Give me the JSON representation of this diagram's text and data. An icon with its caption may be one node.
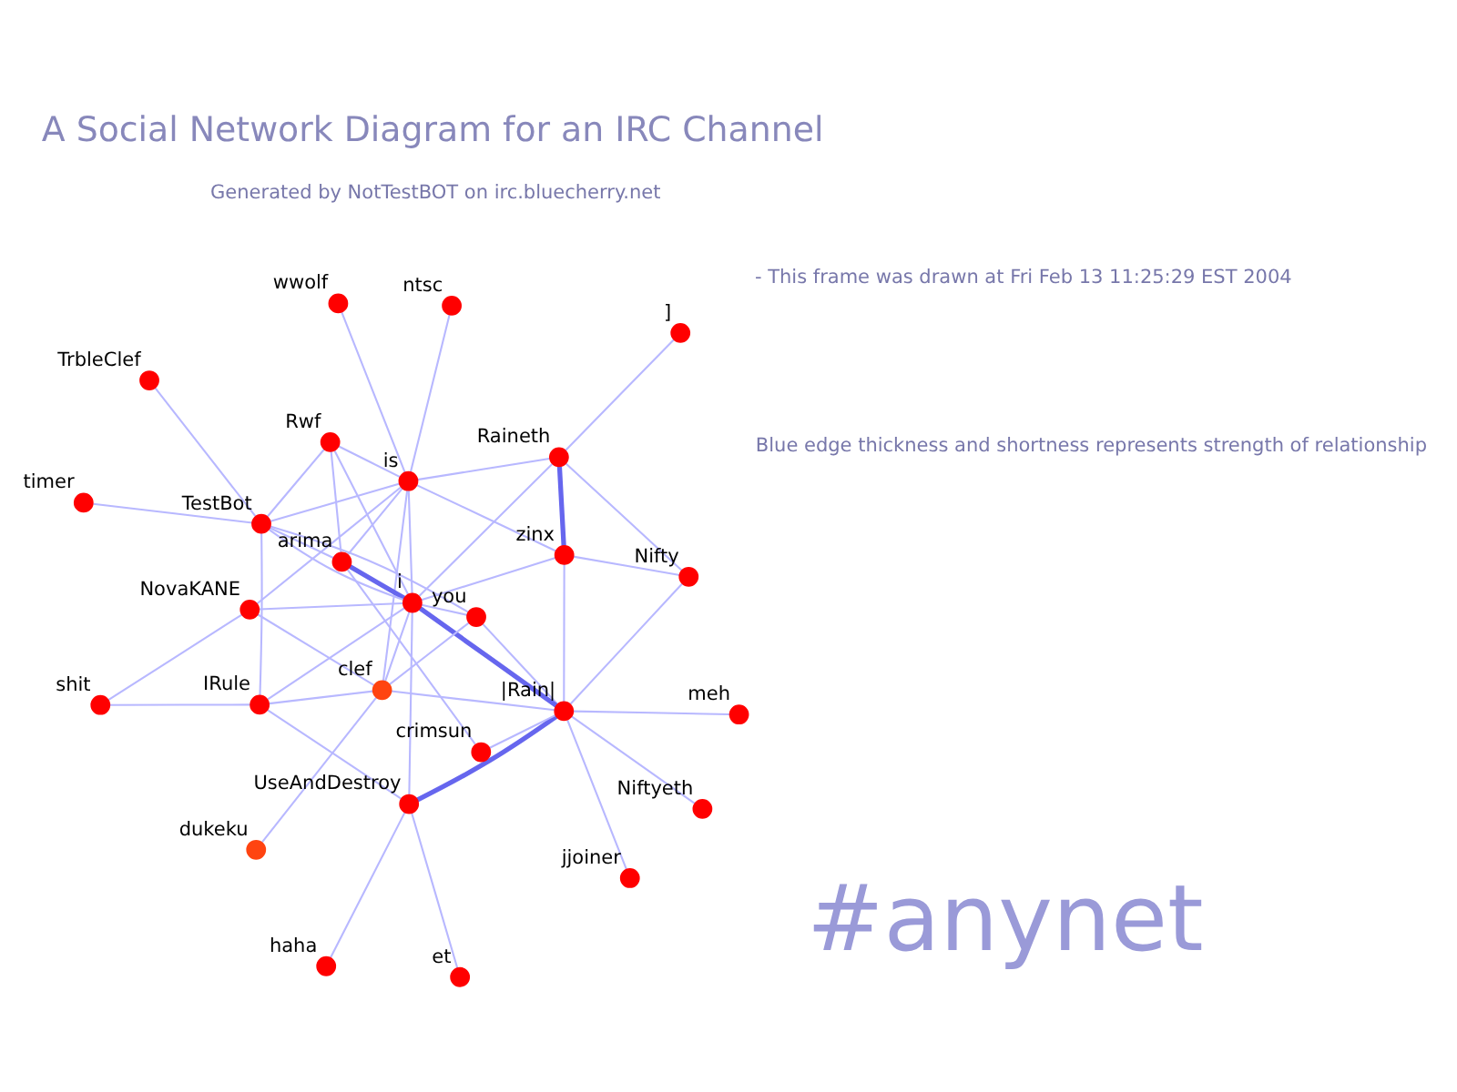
{
  "diagram": {
    "title": "A Social Network Diagram for an IRC Channel",
    "nodes": [
      {
        "text": [
          "haha"
        ]
      },
      {
        "text": [
          "et"
        ]
      },
      {
        "text": [
          "jjoiner"
        ]
      },
      {
        "text": [
          "UseAndDestroy"
        ]
      },
      {
        "text": [
          "meh"
        ]
      },
      {
        "text": [
          "crimsun"
        ]
      },
      {
        "text": [
          "|Rain|"
        ]
      },
      {
        "text": [
          "Niftyeth"
        ]
      },
      {
        "text": [
          "shit"
        ]
      },
      {
        "text": [
          "dukeku"
        ]
      },
      {
        "text": [
          "IRule"
        ]
      },
      {
        "text": [
          "you"
        ]
      },
      {
        "text": [
          "clef"
        ]
      },
      {
        "text": [
          "i"
        ]
      },
      {
        "text": [
          "zinx"
        ]
      },
      {
        "text": [
          "Nifty"
        ]
      },
      {
        "text": [
          "NovaKANE"
        ]
      },
      {
        "text": [
          "is"
        ]
      },
      {
        "text": [
          "arima"
        ]
      },
      {
        "text": [
          "TestBot"
        ]
      },
      {
        "text": [
          "timer"
        ]
      },
      {
        "text": [
          "Raineth"
        ]
      },
      {
        "text": [
          "Rwf"
        ]
      },
      {
        "text": [
          "TrbleClef"
        ]
      },
      {
        "text": [
          "ntsc"
        ]
      },
      {
        "text": [
          "wwolf"
        ]
      },
      {
        "text": [
          "]"
        ]
      }
    ],
    "edges": [
      {
        "from": 1,
        "to": 3,
        "arrow": "none"
      },
      {
        "from": 0,
        "to": 3,
        "arrow": "none"
      },
      {
        "from": 3,
        "to": 6,
        "arrow": "none",
        "style": "thick",
        "color": "#6666ee"
      },
      {
        "from": 3,
        "to": 10,
        "arrow": "none"
      },
      {
        "from": 3,
        "to": 13,
        "arrow": "none"
      },
      {
        "from": 2,
        "to": 6,
        "arrow": "none"
      },
      {
        "from": 4,
        "to": 6,
        "arrow": "none"
      },
      {
        "from": 7,
        "to": 6,
        "arrow": "none"
      },
      {
        "from": 5,
        "to": 6,
        "arrow": "none"
      },
      {
        "from": 5,
        "to": 18,
        "arrow": "none"
      },
      {
        "from": 6,
        "to": 11,
        "arrow": "none"
      },
      {
        "from": 6,
        "to": 12,
        "arrow": "none"
      },
      {
        "from": 6,
        "to": 13,
        "arrow": "none",
        "style": "thick",
        "color": "#6666ee"
      },
      {
        "from": 6,
        "to": 14,
        "arrow": "none"
      },
      {
        "from": 6,
        "to": 15,
        "arrow": "none"
      },
      {
        "from": 8,
        "to": 10,
        "arrow": "none"
      },
      {
        "from": 8,
        "to": 16,
        "arrow": "none"
      },
      {
        "from": 9,
        "to": 12,
        "arrow": "none"
      },
      {
        "from": 10,
        "to": 12,
        "arrow": "none"
      },
      {
        "from": 10,
        "to": 13,
        "arrow": "none"
      },
      {
        "from": 10,
        "to": 19,
        "arrow": "none"
      },
      {
        "from": 11,
        "to": 12,
        "arrow": "none"
      },
      {
        "from": 11,
        "to": 13,
        "arrow": "none"
      },
      {
        "from": 11,
        "to": 19,
        "arrow": "none"
      },
      {
        "from": 12,
        "to": 13,
        "arrow": "none"
      },
      {
        "from": 12,
        "to": 16,
        "arrow": "none"
      },
      {
        "from": 12,
        "to": 17,
        "arrow": "none"
      },
      {
        "from": 13,
        "to": 16,
        "arrow": "none"
      },
      {
        "from": 13,
        "to": 14,
        "arrow": "none"
      },
      {
        "from": 13,
        "to": 19,
        "arrow": "none"
      },
      {
        "from": 13,
        "to": 21,
        "arrow": "none"
      },
      {
        "from": 13,
        "to": 18,
        "arrow": "none",
        "style": "thick",
        "color": "#6666ee"
      },
      {
        "from": 13,
        "to": 22,
        "arrow": "none"
      },
      {
        "from": 13,
        "to": 17,
        "arrow": "none"
      },
      {
        "from": 14,
        "to": 21,
        "arrow": "none",
        "style": "thick",
        "color": "#6666ee"
      },
      {
        "from": 14,
        "to": 15,
        "arrow": "none"
      },
      {
        "from": 14,
        "to": 17,
        "arrow": "none"
      },
      {
        "from": 17,
        "to": 16,
        "arrow": "none"
      },
      {
        "from": 17,
        "to": 18,
        "arrow": "none"
      },
      {
        "from": 17,
        "to": 19,
        "arrow": "none"
      },
      {
        "from": 17,
        "to": 21,
        "arrow": "none"
      },
      {
        "from": 17,
        "to": 22,
        "arrow": "none"
      },
      {
        "from": 17,
        "to": 24,
        "arrow": "none"
      },
      {
        "from": 17,
        "to": 25,
        "arrow": "none"
      },
      {
        "from": 18,
        "to": 22,
        "arrow": "none"
      },
      {
        "from": 18,
        "to": 19,
        "arrow": "none"
      },
      {
        "from": 19,
        "to": 20,
        "arrow": "none"
      },
      {
        "from": 19,
        "to": 23,
        "arrow": "none"
      },
      {
        "from": 19,
        "to": 22,
        "arrow": "none"
      },
      {
        "from": 15,
        "to": 21,
        "arrow": "none"
      },
      {
        "from": 21,
        "to": 26,
        "arrow": "none"
      }
    ],
    "labels": [
      "#anynet",
      "Generated by NotTestBOT on irc.bluecherry.net",
      "Blue edge thickness and shortness represents strength of relationship",
      "- This frame was drawn at Fri Feb 13 11:25:29 EST 2004"
    ]
  }
}
